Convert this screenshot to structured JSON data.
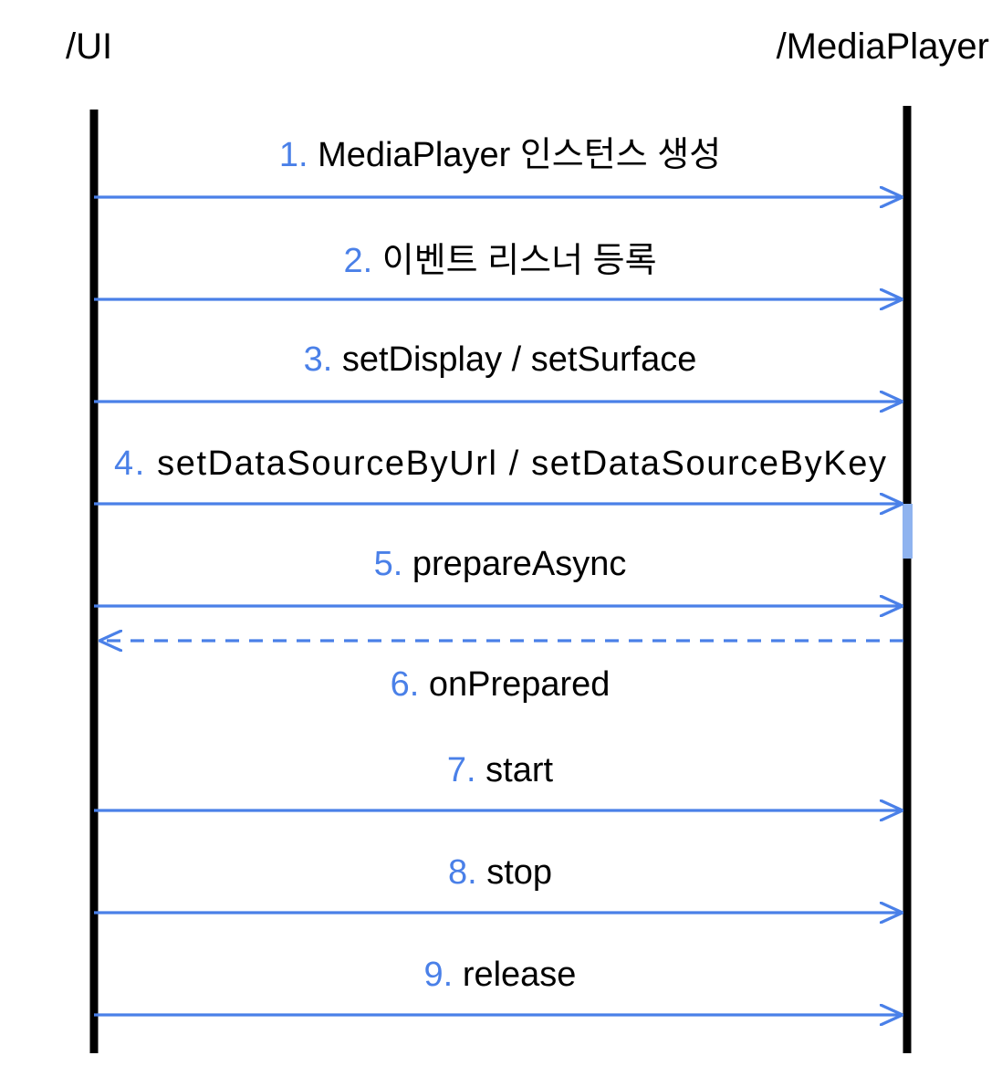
{
  "colors": {
    "lifeline": "#000000",
    "arrow": "#4a80e8",
    "number": "#4a80e8",
    "activation": "#8fb3ef",
    "text": "#000000"
  },
  "lifelines": {
    "left": {
      "label": "/UI"
    },
    "right": {
      "label": "/MediaPlayer"
    }
  },
  "messages": [
    {
      "number": "1.",
      "text": "MediaPlayer 인스턴스 생성",
      "direction": "to-right",
      "style": "solid"
    },
    {
      "number": "2.",
      "text": "이벤트 리스너 등록",
      "direction": "to-right",
      "style": "solid"
    },
    {
      "number": "3.",
      "text": "setDisplay / setSurface",
      "direction": "to-right",
      "style": "solid"
    },
    {
      "number": "4.",
      "text": "setDataSourceByUrl / setDataSourceByKey",
      "direction": "to-right",
      "style": "solid"
    },
    {
      "number": "5.",
      "text": "prepareAsync",
      "direction": "to-right",
      "style": "solid"
    },
    {
      "number": "6.",
      "text": "onPrepared",
      "direction": "to-left",
      "style": "dashed"
    },
    {
      "number": "7.",
      "text": "start",
      "direction": "to-right",
      "style": "solid"
    },
    {
      "number": "8.",
      "text": "stop",
      "direction": "to-right",
      "style": "solid"
    },
    {
      "number": "9.",
      "text": "release",
      "direction": "to-right",
      "style": "solid"
    }
  ]
}
